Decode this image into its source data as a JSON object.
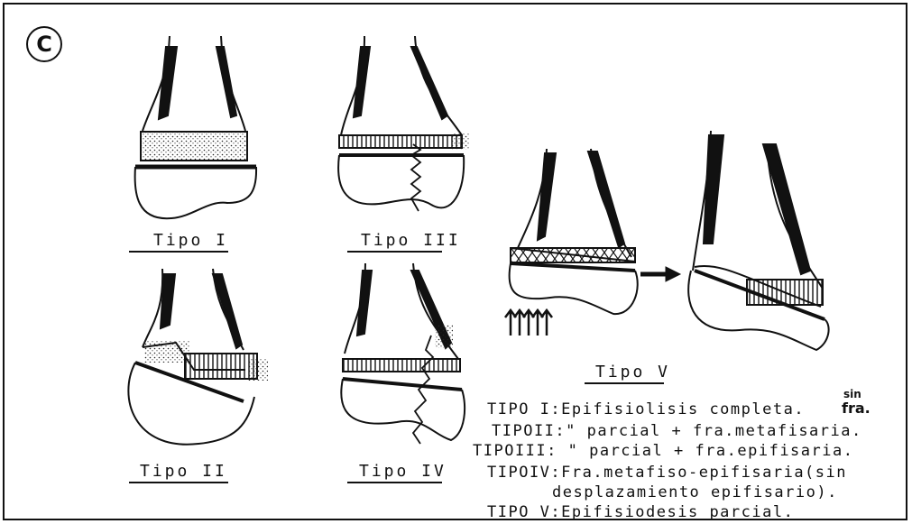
{
  "panel_letter": "C",
  "labels": {
    "tipo_1": "Tipo I",
    "tipo_2": "Tipo II",
    "tipo_3": "Tipo III",
    "tipo_4": "Tipo IV",
    "tipo_5": "Tipo V"
  },
  "legend": [
    {
      "type": "TIPO I:",
      "text": "Epifisiolisis completa.",
      "note_top": "sin",
      "note_bottom": "fra."
    },
    {
      "type": "TIPOII:",
      "text": "\" parcial + fra.metafisaria."
    },
    {
      "type": "TIPOIII:",
      "text": " \" parcial + fra.epifisaria."
    },
    {
      "type": "TIPOIV:",
      "text": "Fra.metafiso-epifisaria(sin"
    },
    {
      "type": "",
      "text": "desplazamiento epifisario)."
    },
    {
      "type": "TIPO V:",
      "text": "Epifisiodesis parcial."
    }
  ]
}
